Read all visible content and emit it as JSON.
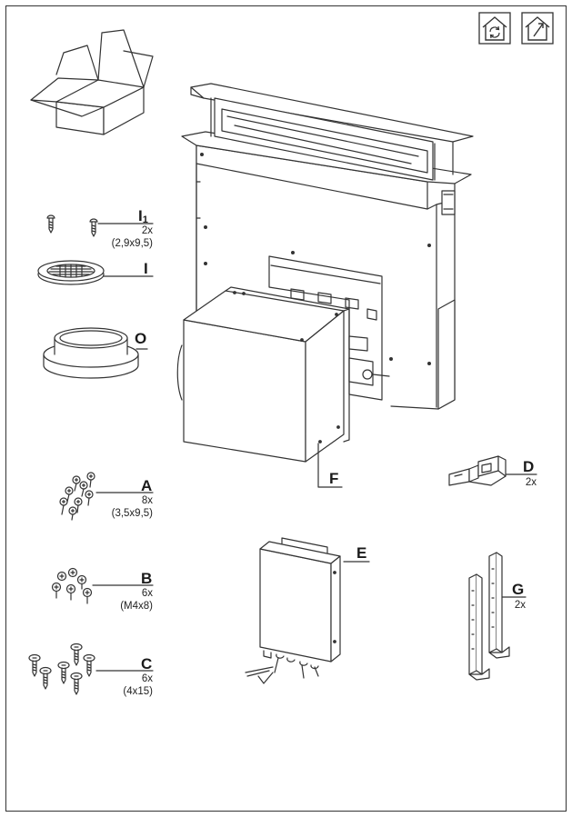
{
  "icons": {
    "recirculation": "house-recirculation-icon",
    "exhaust": "house-exhaust-icon"
  },
  "parts": {
    "I1": {
      "letter": "I",
      "sub": "1",
      "qty": "2x",
      "size": "(2,9x9,5)"
    },
    "I": {
      "letter": "I"
    },
    "O": {
      "letter": "O"
    },
    "A": {
      "letter": "A",
      "qty": "8x",
      "size": "(3,5x9,5)"
    },
    "B": {
      "letter": "B",
      "qty": "6x",
      "size": "(M4x8)"
    },
    "C": {
      "letter": "C",
      "qty": "6x",
      "size": "(4x15)"
    },
    "D": {
      "letter": "D",
      "qty": "2x"
    },
    "E": {
      "letter": "E"
    },
    "F": {
      "letter": "F"
    },
    "G": {
      "letter": "G",
      "qty": "2x"
    }
  },
  "colors": {
    "line": "#333333",
    "fill": "#ffffff",
    "shade": "#e8e8e8"
  }
}
